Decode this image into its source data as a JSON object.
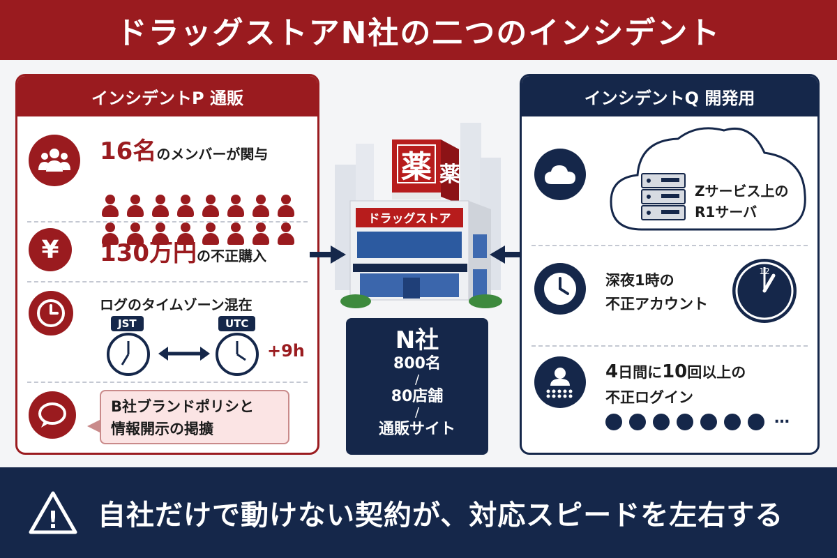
{
  "title": "ドラッグストアN社の二つのインシデント",
  "incident_p": {
    "heading": "インシデントP 通販",
    "members_count": "16名",
    "members_text": "のメンバーが関与",
    "amount": "130万円",
    "amount_text": "の不正購入",
    "yen_symbol": "¥",
    "timezone_title": "ログのタイムゾーン混在",
    "tz_a": "JST",
    "tz_b": "UTC",
    "tz_diff": "+9h",
    "bubble_line1": "B社ブランドポリシと",
    "bubble_line2": "情報開示の掲擴",
    "people_count": 16
  },
  "center": {
    "sign_char": "薬",
    "store_sign": "ドラッグストア",
    "company": "N社",
    "staff": "800名",
    "sep": "/",
    "stores": "80店舗",
    "site": "通販サイト"
  },
  "incident_q": {
    "heading": "インシデントQ 開発用",
    "server_line1": "Zサービス上の",
    "server_line2": "R1サーバ",
    "night_line1": "深夜1時の",
    "night_line2": "不正アカウント",
    "clock_twelve": "12",
    "login_line1_a": "4",
    "login_line1_b": "日間に",
    "login_line1_c": "10",
    "login_line1_d": "回以上の",
    "login_line2": "不正ログイン",
    "ellipsis": "…",
    "dots_count": 7
  },
  "footer": {
    "message": "自社だけで動けない契約が、対応スピードを左右する",
    "warning_mark": "!"
  },
  "colors": {
    "red": "#9a1b1f",
    "navy": "#15274a"
  },
  "icons": [
    "people-icon",
    "yen-icon",
    "clock-icon",
    "speech-bubble-icon",
    "cloud-icon",
    "server-icon",
    "user-keypad-icon",
    "warning-icon",
    "arrow-right-icon",
    "arrow-left-icon",
    "double-arrow-icon",
    "building-icon"
  ]
}
